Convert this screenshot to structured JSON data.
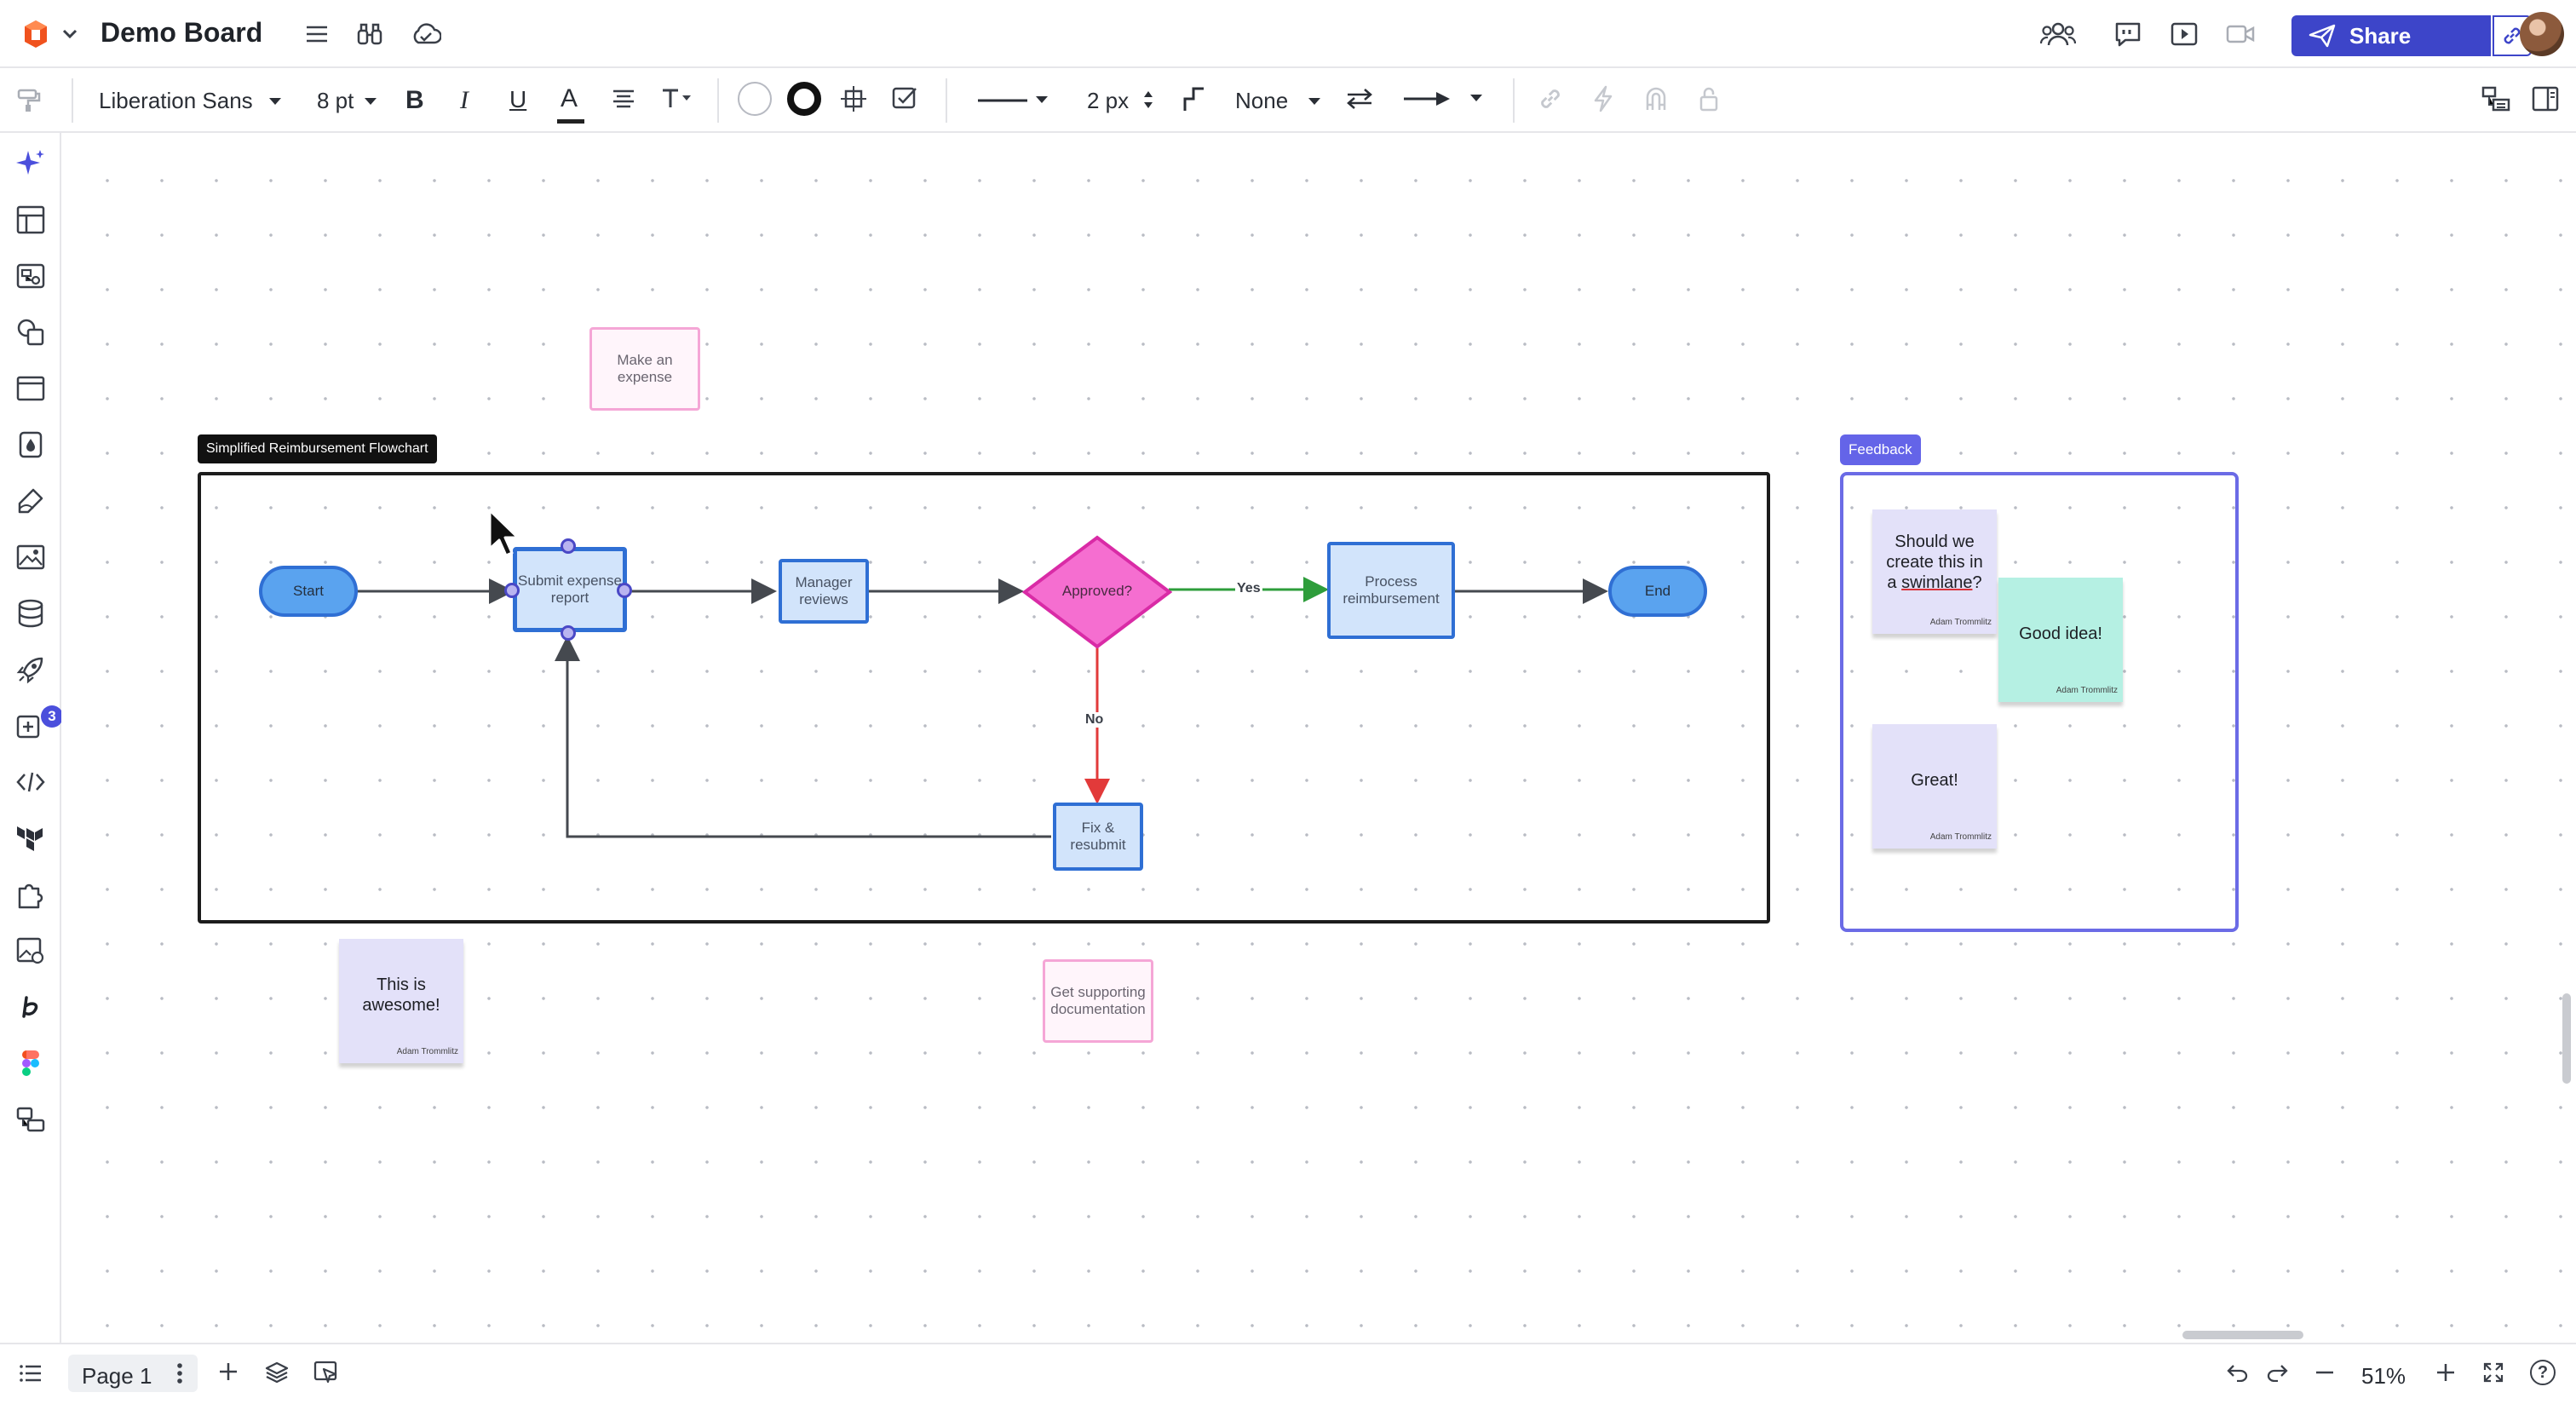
{
  "topbar": {
    "board_title": "Demo Board",
    "share_label": "Share"
  },
  "toolbar": {
    "font_family": "Liberation Sans",
    "font_size": "8 pt",
    "bold": "B",
    "italic": "I",
    "underline": "U",
    "text_color": "A",
    "line_width": "2 px",
    "arrow_start": "None"
  },
  "leftbar": {
    "badge_count": "3"
  },
  "canvas": {
    "flowchart_frame_label": "Simplified Reimbursement Flowchart",
    "feedback_frame_label": "Feedback",
    "floating_boxes": {
      "make_expense": "Make an expense",
      "get_docs": "Get supporting documentation"
    },
    "shapes": {
      "start": "Start",
      "submit": "Submit expense report",
      "manager": "Manager reviews",
      "approved": "Approved?",
      "process": "Process reimbursement",
      "end": "End",
      "fix": "Fix & resubmit"
    },
    "edge_labels": {
      "yes": "Yes",
      "no": "No"
    },
    "stickies": {
      "awesome": {
        "text": "This is awesome!",
        "author": "Adam Trommlitz"
      },
      "swimlane_pre": "Should we create this in a ",
      "swimlane_link": "swimlane",
      "swimlane_post": "?",
      "swimlane_author": "Adam Trommlitz",
      "good_idea": {
        "text": "Good idea!",
        "author": "Adam Trommlitz"
      },
      "great": {
        "text": "Great!",
        "author": "Adam Trommlitz"
      }
    }
  },
  "bottombar": {
    "page_label": "Page 1",
    "zoom": "51%",
    "help": "?"
  },
  "colors": {
    "accent": "#3d45c9",
    "process_fill": "#d2e4fb",
    "process_border": "#2f6fd4",
    "terminal_fill": "#5aa3ef",
    "decision_fill": "#f56ed0",
    "decision_border": "#d92ba6",
    "yes_edge": "#2e9d3b",
    "no_edge": "#e23a3a",
    "sticky_purple": "#e3e1f9",
    "sticky_teal": "#b5f0e3",
    "feedback_frame": "#6b6be6"
  }
}
